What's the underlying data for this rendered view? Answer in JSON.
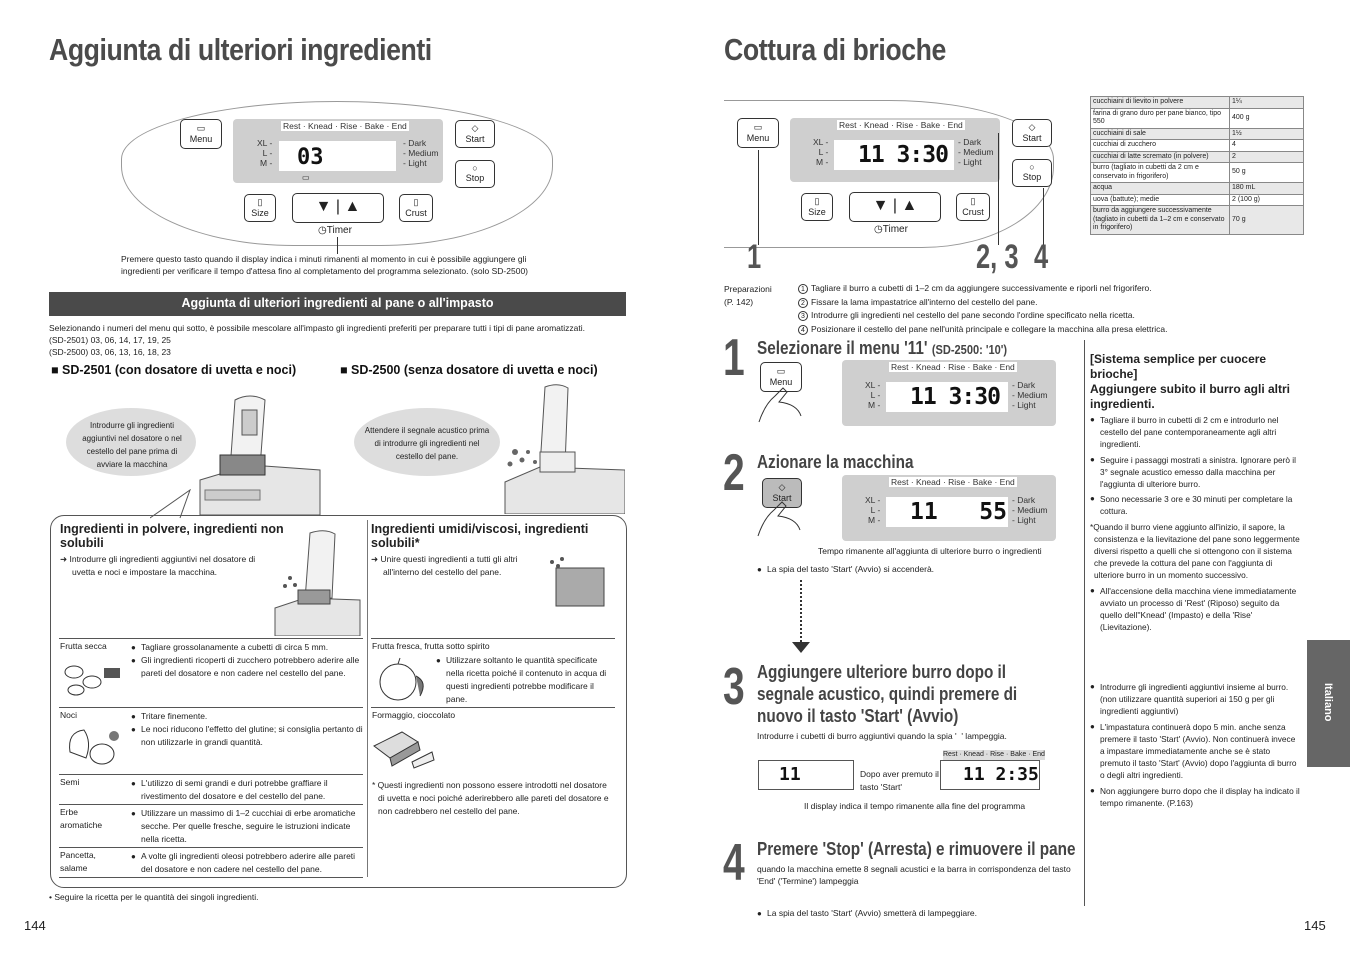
{
  "left": {
    "title": "Aggiunta di ulteriori ingredienti",
    "panel": {
      "menu": "Menu",
      "start": "Start",
      "stop": "Stop",
      "size": "Size",
      "crust": "Crust",
      "timer": "Timer",
      "stages": "Rest · Knead · Rise · Bake · End",
      "sizes": [
        "XL -",
        "L -",
        "M -"
      ],
      "crusts": [
        "- Dark",
        "- Medium",
        "- Light"
      ],
      "display": "03"
    },
    "panel_note": "Premere questo tasto quando il display indica i minuti rimanenti al momento in cui è possibile aggiungere gli ingredienti per verificare il tempo d'attesa fino al completamento del programma selezionato. (solo SD-2500)",
    "bar": "Aggiunta di ulteriori ingredienti al pane o all'impasto",
    "intro": "Selezionando i numeri del menu qui sotto, è possibile mescolare all'impasto gli ingredienti preferiti per preparare tutti i tipi di pane aromatizzati.",
    "models": [
      "(SD-2501) 03, 06, 14, 17, 19, 25",
      "(SD-2500) 03, 06, 13, 16, 18, 23"
    ],
    "sd2501": "■ SD-2501 (con dosatore di uvetta e noci)",
    "sd2500": "■ SD-2500 (senza dosatore di uvetta e noci)",
    "bubble1": "Introdurre gli ingredienti aggiuntivi nel dosatore o nel cestello del pane prima di avviare la macchina",
    "bubble2": "Attendere il segnale acustico prima di introdurre gli ingredienti nel cestello del pane.",
    "box": {
      "h1": "Ingredienti in polvere, ingredienti non solubili",
      "t1": "➜ Introdurre gli ingredienti aggiuntivi nel dosatore di uvetta e noci e impostare la macchina.",
      "h2": "Ingredienti umidi/viscosi, ingredienti solubili*",
      "t2": "➜ Unire questi ingredienti a tutti gli altri all'interno del cestello del pane.",
      "rows_left": [
        {
          "name": "Frutta secca",
          "b": [
            "Tagliare grossolanamente a cubetti di circa 5 mm.",
            "Gli ingredienti ricoperti di zucchero potrebbero aderire alle pareti del dosatore e non cadere nel cestello del pane."
          ]
        },
        {
          "name": "Noci",
          "b": [
            "Tritare finemente.",
            "Le noci riducono l'effetto del glutine; si consiglia pertanto di non utilizzarle in grandi quantità."
          ]
        },
        {
          "name": "Semi",
          "b": [
            "L'utilizzo di semi grandi e duri potrebbe graffiare il rivestimento del dosatore e del cestello del pane."
          ]
        },
        {
          "name": "Erbe aromatiche",
          "b": [
            "Utilizzare un massimo di 1–2 cucchiai di erbe aromatiche secche. Per quelle fresche, seguire le istruzioni indicate nella ricetta."
          ]
        },
        {
          "name": "Pancetta, salame",
          "b": [
            "A volte gli ingredienti oleosi potrebbero aderire alle pareti del dosatore e non cadere nel cestello del pane."
          ]
        }
      ],
      "fruit": "Frutta fresca, frutta sotto spirito",
      "fruit_b": "Utilizzare soltanto le quantità specificate nella ricetta poiché il contenuto in acqua di questi ingredienti potrebbe modificare il pane.",
      "cheese": "Formaggio, cioccolato",
      "footnote": "* Questi ingredienti non possono essere introdotti nel dosatore di uvetta e noci poiché aderirebbero alle pareti del dosatore e non cadrebbero nel cestello del pane."
    },
    "bottom_note": "• Seguire la ricetta per le quantità dei singoli ingredienti.",
    "page": "144"
  },
  "right": {
    "title": "Cottura di brioche",
    "display": "11 3:30",
    "callouts": [
      "1",
      "2, 3",
      "4"
    ],
    "ingredients": [
      [
        "cucchiaini di lievito in polvere",
        "1¼"
      ],
      [
        "farina di grano duro per pane bianco, tipo 550",
        "400 g"
      ],
      [
        "cucchiaini di sale",
        "1½"
      ],
      [
        "cucchiai di zucchero",
        "4"
      ],
      [
        "cucchiai di latte scremato (in polvere)",
        "2"
      ],
      [
        "burro (tagliato in cubetti da 2 cm e conservato in frigorifero)",
        "50 g"
      ],
      [
        "acqua",
        "180 mL"
      ],
      [
        "uova (battute); medie",
        "2 (100 g)"
      ],
      [
        "burro da aggiungere successivamente (tagliato in cubetti da 1–2 cm e conservato in frigorifero)",
        "70 g"
      ]
    ],
    "prep_label": "Preparazioni",
    "prep_page": "(P. 142)",
    "prep": [
      "Tagliare il burro a cubetti di 1–2 cm da aggiungere successivamente e riporli nel frigorifero.",
      "Fissare la lama impastatrice all'interno del cestello del pane.",
      "Introdurre gli ingredienti nel cestello del pane secondo l'ordine specificato nella ricetta.",
      "Posizionare il cestello del pane nell'unità principale e collegare la macchina alla presa elettrica."
    ],
    "step1": {
      "n": "1",
      "h": "Selezionare il menu '11'",
      "sub": "(SD-2500: '10')"
    },
    "step2": {
      "n": "2",
      "h": "Azionare la macchina",
      "cap": "Tempo rimanente all'aggiunta di ulteriore burro o ingredienti",
      "b": "La spia del tasto 'Start' (Avvio) si accenderà.",
      "disp": "11   55"
    },
    "step3": {
      "n": "3",
      "h": [
        "Aggiungere ulteriore burro dopo il",
        "segnale acustico, quindi premere di",
        "nuovo il tasto 'Start' (Avvio)"
      ],
      "t": "Introdurre i cubetti di burro aggiuntivi quando la spia '  ' lampeggia.",
      "mid": "Dopo aver premuto il tasto 'Start'",
      "cap": "Il display indica il tempo rimanente alla fine del programma",
      "disp": "11 2:35",
      "disp0": "11"
    },
    "step4": {
      "n": "4",
      "h": "Premere 'Stop' (Arresta) e rimuovere il pane",
      "t": "quando la macchina emette 8 segnali acustici e la barra in corrispondenza del tasto 'End' ('Termine') lampeggia",
      "b": "La spia del tasto 'Start' (Avvio) smetterà di lampeggiare."
    },
    "side": {
      "h": "[Sistema semplice per cuocere brioche]",
      "h2": "Aggiungere subito il burro agli altri ingredienti.",
      "b1": [
        "Tagliare il burro in cubetti di 2 cm e introdurlo nel cestello del pane contemporaneamente agli altri ingredienti.",
        "Seguire i passaggi mostrati a sinistra. Ignorare però il 3° segnale acustico emesso dalla macchina per l'aggiunta di ulteriore burro.",
        "Sono necessarie 3 ore e 30 minuti per completare la cottura."
      ],
      "note": "*Quando il burro viene aggiunto all'inizio, il sapore, la consistenza e la lievitazione del pane sono leggermente diversi rispetto a quelli che si ottengono con il sistema che prevede la cottura del pane con l'aggiunta di ulteriore burro in un momento successivo.",
      "b2": "All'accensione della macchina viene immediatamente avviato un processo di 'Rest' (Riposo) seguito da quello dell''Knead' (Impasto) e della 'Rise' (Lievitazione).",
      "b3": [
        "Introdurre gli ingredienti aggiuntivi insieme al burro. (non utilizzare quantità superiori ai 150 g per gli ingredienti aggiuntivi)",
        "L'impastatura continuerà dopo 5 min. anche senza premere il tasto 'Start' (Avvio). Non continuerà invece a impastare immediatamente anche se è stato premuto il tasto 'Start' (Avvio) dopo l'aggiunta di burro o degli altri ingredienti.",
        "Non aggiungere burro dopo che il display ha indicato il tempo rimanente. (P.163)"
      ]
    },
    "tab": "Italiano",
    "page": "145"
  }
}
